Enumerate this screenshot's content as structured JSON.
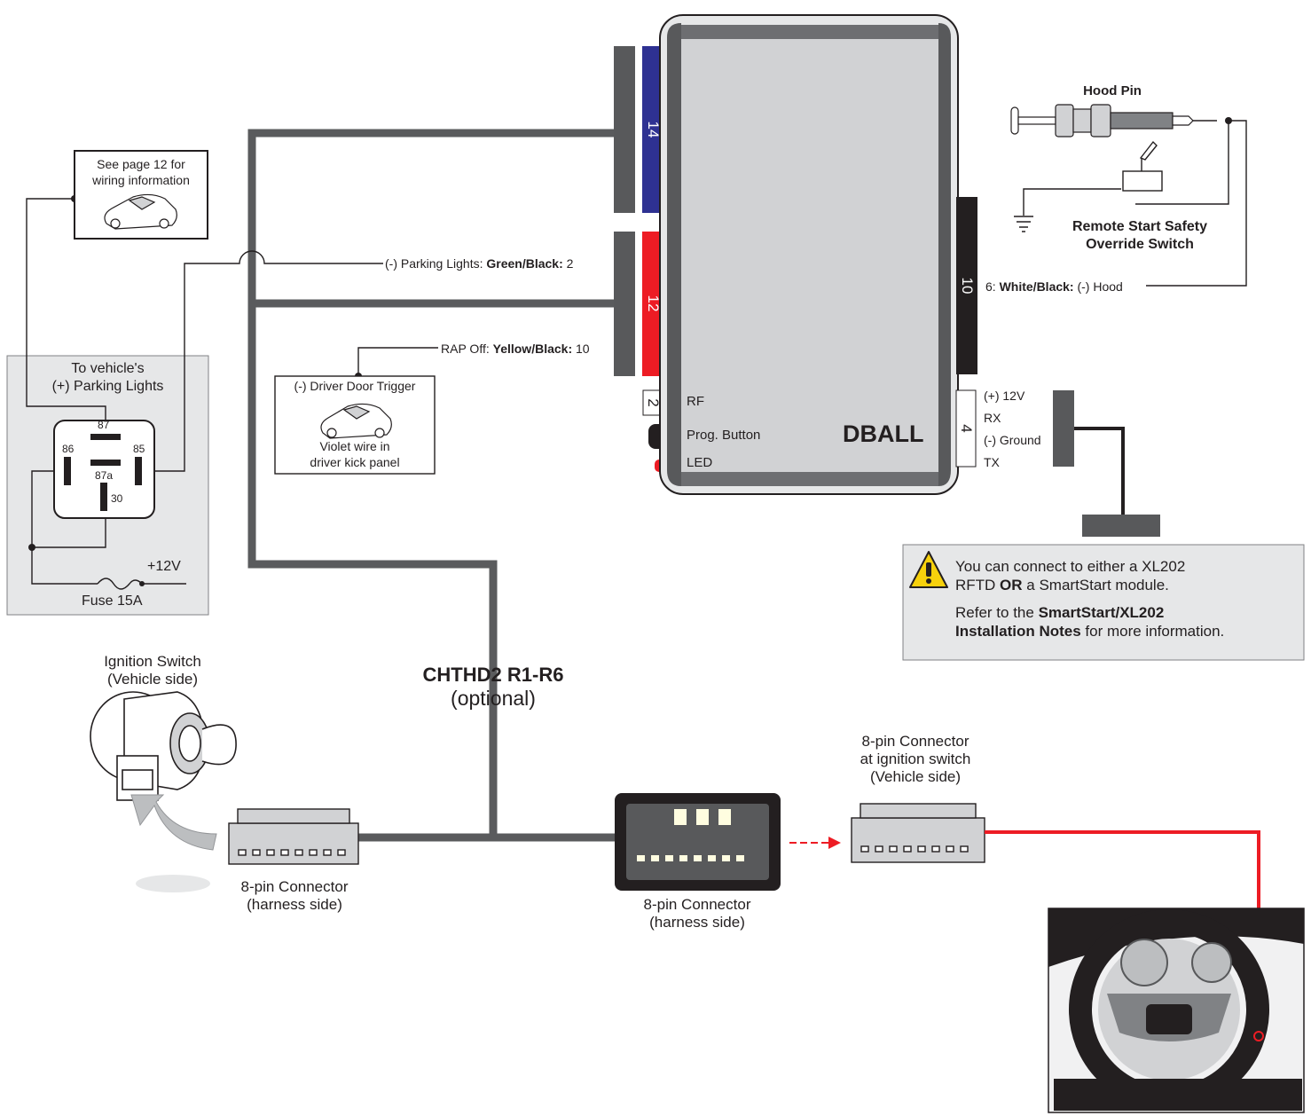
{
  "module": {
    "name": "DBALL",
    "port_14": "14",
    "port_12": "12",
    "port_2": "2",
    "port_10": "10",
    "port_4": "4",
    "rf_label": "RF",
    "prog_button_label": "Prog. Button",
    "led_label": "LED"
  },
  "port4_pins": [
    "(+) 12V",
    "RX",
    "(-) Ground",
    "TX"
  ],
  "wires": {
    "parking_lights": {
      "prefix": "(-) Parking Lights: ",
      "color": "Green/Black:",
      "pin": " 2"
    },
    "rap_off": {
      "prefix": "RAP Off: ",
      "color": "Yellow/Black:",
      "pin": " 10"
    },
    "hood": {
      "prefix": "6: ",
      "color": "White/Black:",
      "suffix": " (-) Hood"
    }
  },
  "page12_note": {
    "line1": "See page 12 for",
    "line2": "wiring information"
  },
  "relay": {
    "title_line1": "To vehicle's",
    "title_line2": "(+) Parking Lights",
    "pins": [
      "87",
      "86",
      "85",
      "87a",
      "30"
    ],
    "supply": "+12V",
    "fuse": "Fuse 15A"
  },
  "driver_door": {
    "title": "(-) Driver Door Trigger",
    "line1": "Violet wire in",
    "line2": "driver kick panel"
  },
  "hood_pin": {
    "title": "Hood Pin"
  },
  "override_switch": {
    "line1": "Remote Start Safety",
    "line2": "Override Switch"
  },
  "notice": {
    "line1": "You can connect to either a XL202",
    "line2_a": "RFTD ",
    "line2_b": "OR",
    "line2_c": " a SmartStart module.",
    "line3_a": "Refer to the ",
    "line3_b": "SmartStart/XL202",
    "line4_b": "Installation Notes",
    "line4_c": " for more information."
  },
  "harness": {
    "title": "CHTHD2 R1-R6",
    "subtitle": "(optional)"
  },
  "ignition_switch": {
    "line1": "Ignition Switch",
    "line2": "(Vehicle side)"
  },
  "connector_left": {
    "line1": "8-pin Connector",
    "line2": "(harness side)"
  },
  "connector_mid": {
    "line1": "8-pin Connector",
    "line2": "(harness side)"
  },
  "connector_right": {
    "line1": "8-pin Connector",
    "line2": "at ignition switch",
    "line3": "(Vehicle side)"
  },
  "colors": {
    "wire": "#5a5b5d",
    "blue": "#2e3192",
    "red": "#ed1c24",
    "black": "#231f20",
    "module_body": "#d1d2d4",
    "panel": "#e6e7e8"
  }
}
